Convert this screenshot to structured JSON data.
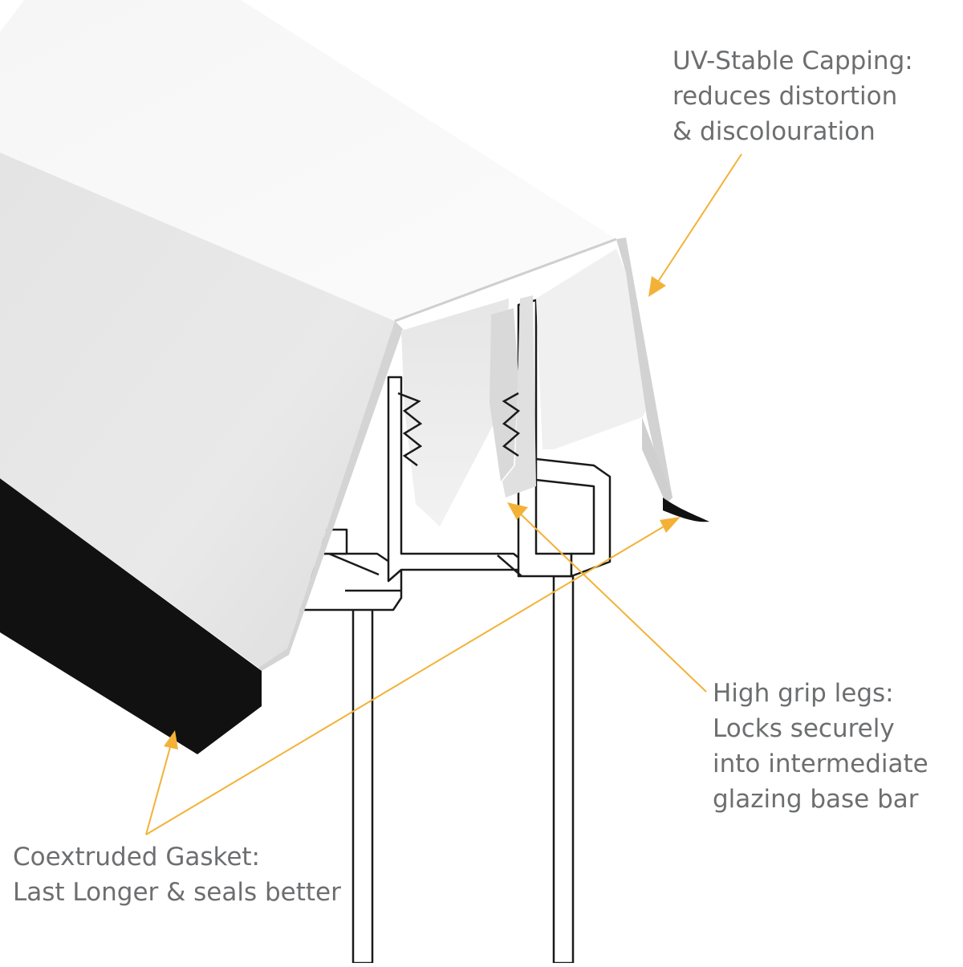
{
  "colors": {
    "arrow": "#f3b237",
    "label_text": "#6d6e70",
    "gasket": "#111111",
    "line_art": "#1a1a1a"
  },
  "callouts": {
    "uv_capping": {
      "line1": "UV-Stable Capping:",
      "line2": "reduces distortion",
      "line3": "& discolouration"
    },
    "grip_legs": {
      "line1": "High grip legs:",
      "line2": "Locks securely",
      "line3": "into intermediate",
      "line4": "glazing base bar"
    },
    "gasket": {
      "line1": "Coextruded Gasket:",
      "line2": "Last Longer & seals better"
    }
  }
}
